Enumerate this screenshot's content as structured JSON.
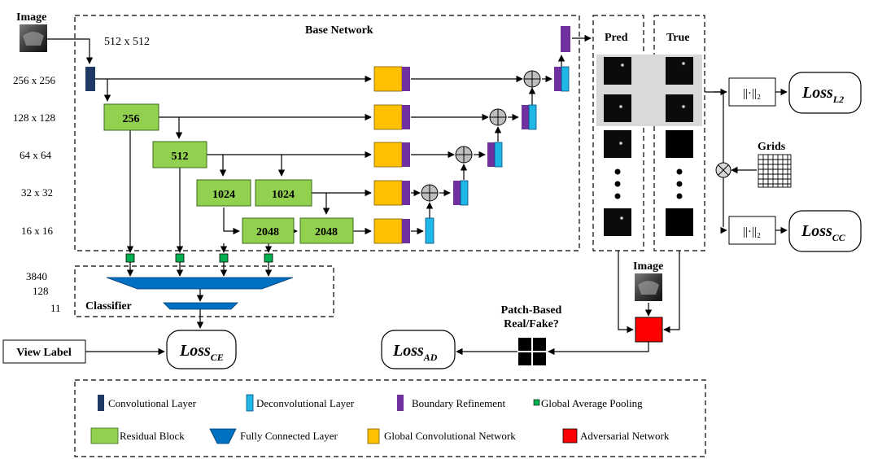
{
  "inputs": {
    "image_label": "Image",
    "size_label": "512 x 512",
    "view_label": "View Label"
  },
  "scales": [
    "256 x 256",
    "128 x 128",
    "64 x 64",
    "32 x 32",
    "16 x 16"
  ],
  "base_network": {
    "title": "Base Network",
    "blocks": [
      "256",
      "512",
      "1024",
      "1024",
      "2048",
      "2048"
    ]
  },
  "classifier": {
    "title": "Classifier",
    "dims": [
      "3840",
      "128",
      "11"
    ]
  },
  "pred_title": "Pred",
  "true_title": "True",
  "image_label_2": "Image",
  "grids_label": "Grids",
  "norm_label": "||·||₂",
  "losses": {
    "l2": {
      "base": "Loss",
      "sub": "L2"
    },
    "cc": {
      "base": "Loss",
      "sub": "CC"
    },
    "ce": {
      "base": "Loss",
      "sub": "CE"
    },
    "ad": {
      "base": "Loss",
      "sub": "AD"
    }
  },
  "patch_label": [
    "Patch-Based",
    "Real/Fake?"
  ],
  "legend": [
    {
      "label": "Convolutional Layer",
      "icon": "conv-layer-icon"
    },
    {
      "label": "Deconvolutional Layer",
      "icon": "deconv-layer-icon"
    },
    {
      "label": "Boundary Refinement",
      "icon": "boundary-refinement-icon"
    },
    {
      "label": "Global Average Pooling",
      "icon": "global-average-pooling-icon"
    },
    {
      "label": "Residual Block",
      "icon": "residual-block-icon"
    },
    {
      "label": "Fully Connected Layer",
      "icon": "fully-connected-icon"
    },
    {
      "label": "Global Convolutional Network",
      "icon": "gcn-icon"
    },
    {
      "label": "Adversarial Network",
      "icon": "adversarial-network-icon"
    }
  ],
  "colors": {
    "residual": "#92d050",
    "gcn": "#ffc000",
    "boundary": "#7030a0",
    "deconv": "#1fb6e8",
    "conv": "#1f3864",
    "fc": "#0070c0",
    "gap": "#00b050",
    "adversarial": "#ff0000"
  }
}
